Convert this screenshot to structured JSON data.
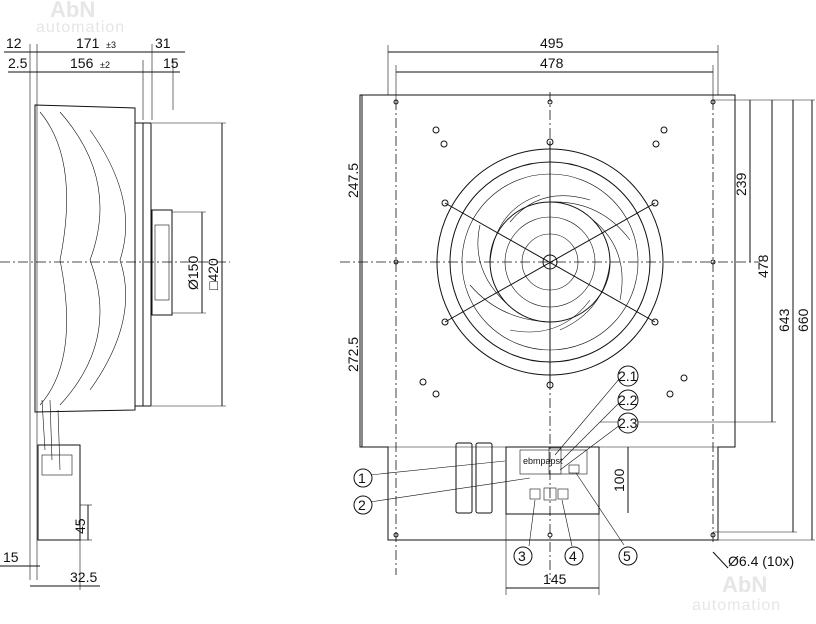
{
  "watermark": {
    "line1": "AbN",
    "line2": "automation"
  },
  "side_view": {
    "dims": {
      "d12": "12",
      "d171": "171",
      "tol171": "±3",
      "d31": "31",
      "d2_5": "2.5",
      "d156": "156",
      "tol156": "±2",
      "d15_top": "15",
      "d150": "Ø150",
      "d420": "□420",
      "d45": "45",
      "d15_bottom": "15",
      "d32_5": "32.5"
    }
  },
  "front_view": {
    "dims": {
      "d495": "495",
      "d478_top": "478",
      "d247_5": "247.5",
      "d272_5": "272.5",
      "d239": "239",
      "d478_right": "478",
      "d643": "643",
      "d660": "660",
      "d100": "100",
      "d145": "145",
      "hole": "Ø6.4 (10x)"
    },
    "balloons": [
      "1",
      "2",
      "2.1",
      "2.2",
      "2.3",
      "3",
      "4",
      "5"
    ],
    "brand_label": "ebmpapst"
  }
}
